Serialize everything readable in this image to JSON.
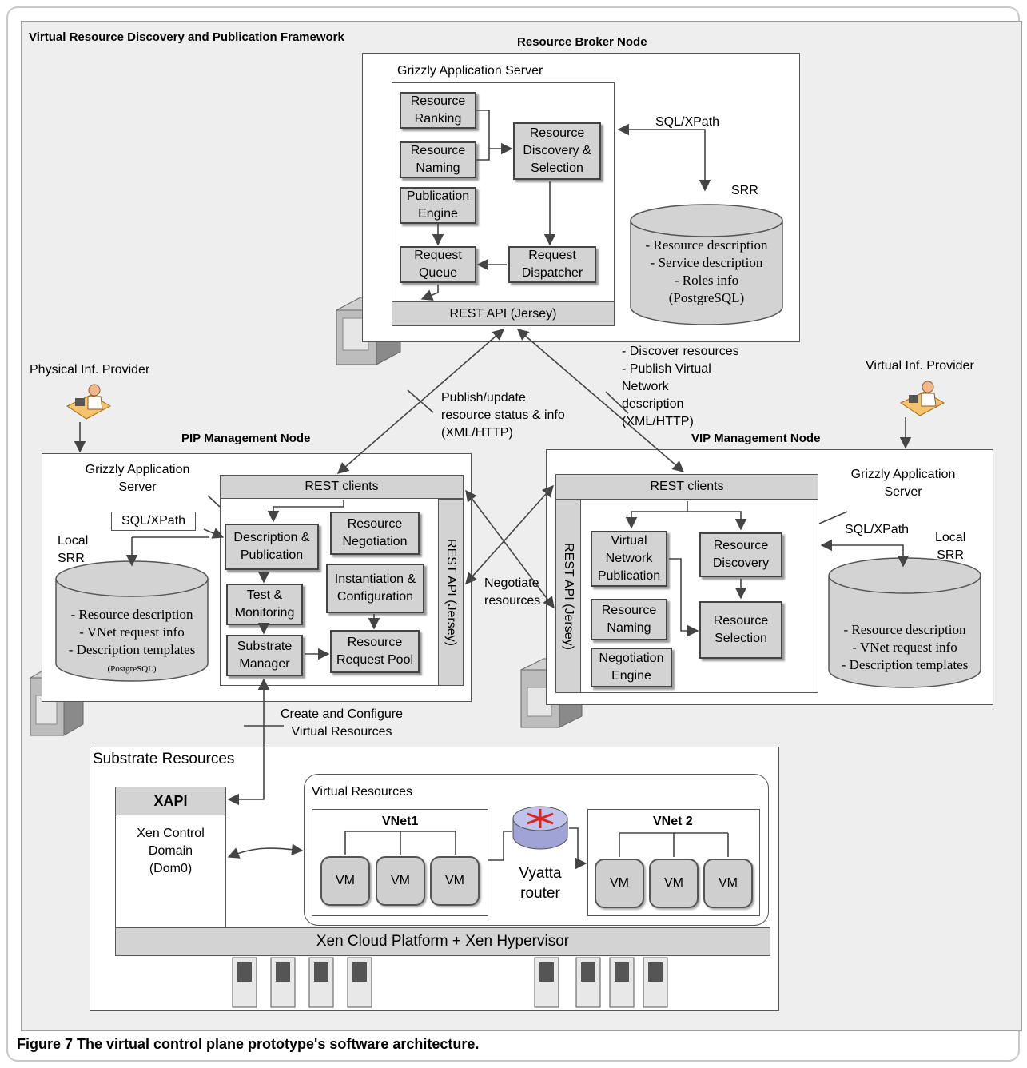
{
  "framework_title": "Virtual Resource Discovery and Publication Framework",
  "caption": {
    "label": "Figure 7",
    "text": " The virtual control plane prototype's software architecture."
  },
  "broker": {
    "title": "Resource Broker Node",
    "server": "Grizzly Application Server",
    "ranking": "Resource\nRanking",
    "naming": "Resource\nNaming",
    "publication": "Publication\nEngine",
    "queue": "Request\nQueue",
    "discovery": "Resource\nDiscovery &\nSelection",
    "dispatcher": "Request\nDispatcher",
    "rest_api": "REST API (Jersey)",
    "sql": "SQL/XPath",
    "srr": "SRR",
    "db_text": "- Resource description\n- Service description\n- Roles info\n(PostgreSQL)"
  },
  "providers": {
    "physical": "Physical Inf. Provider",
    "virtual": "Virtual Inf. Provider"
  },
  "annotations": {
    "publish": "Publish/update\nresource status & info\n(XML/HTTP)",
    "discover": "- Discover resources\n- Publish Virtual\n  Network\n  description\n  (XML/HTTP)",
    "negotiate": "Negotiate\nresources",
    "create": "Create and Configure\nVirtual Resources"
  },
  "pip": {
    "title": "PIP Management Node",
    "server": "Grizzly Application\nServer",
    "sql": "SQL/XPath",
    "local_srr": "Local\nSRR",
    "db_text": "- Resource description\n- VNet request info\n- Description templates",
    "db_small": "(PostgreSQL)",
    "rest_clients": "REST clients",
    "desc_pub": "Description &\nPublication",
    "test_mon": "Test &\nMonitoring",
    "substrate_mgr": "Substrate\nManager",
    "negotiation": "Resource\nNegotiation",
    "instantiation": "Instantiation &\nConfiguration",
    "request_pool": "Resource\nRequest Pool",
    "rest_api": "REST API (Jersey)"
  },
  "vip": {
    "title": "VIP Management Node",
    "server": "Grizzly Application\nServer",
    "sql": "SQL/XPath",
    "local_srr": "Local\nSRR",
    "db_text": "- Resource description\n- VNet request info\n- Description templates",
    "rest_clients": "REST clients",
    "vnet_pub": "Virtual\nNetwork\nPublication",
    "naming": "Resource\nNaming",
    "negotiation": "Negotiation\nEngine",
    "discovery": "Resource\nDiscovery",
    "selection": "Resource\nSelection",
    "rest_api": "REST API (Jersey)"
  },
  "substrate": {
    "title": "Substrate Resources",
    "xapi": "XAPI",
    "dom0": "Xen Control\nDomain\n(Dom0)",
    "virtual_resources": "Virtual Resources",
    "vnet1": "VNet1",
    "vnet2": "VNet 2",
    "vm": "VM",
    "router": "Vyatta\nrouter",
    "platform": "Xen Cloud Platform + Xen Hypervisor"
  },
  "colors": {
    "box_fill": "#d3d3d3",
    "background": "#eeeeee",
    "line": "#444444"
  }
}
